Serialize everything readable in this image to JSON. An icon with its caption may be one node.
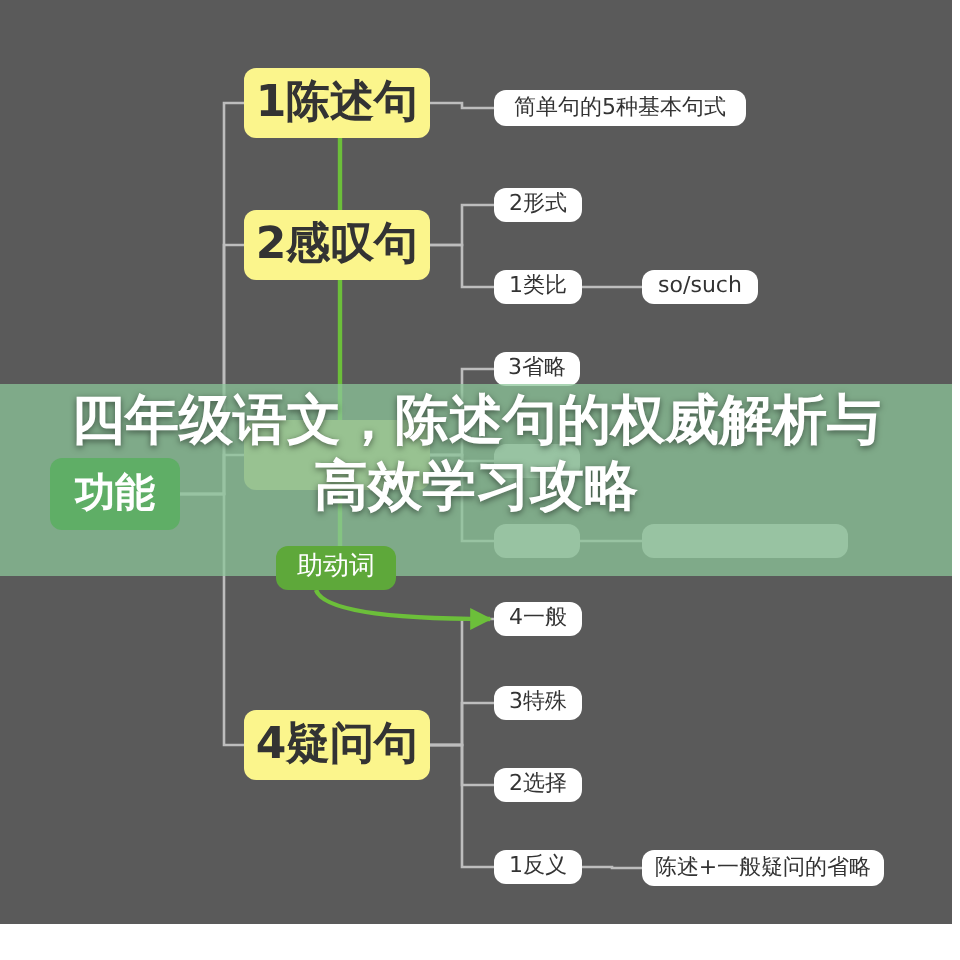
{
  "diagram": {
    "title": "四年级语文，陈述句的权威解析与高效学习攻略",
    "nodes": [
      {
        "text": [
          "功能"
        ]
      },
      {
        "text": [
          "1陈述句"
        ]
      },
      {
        "text": [
          "简单句的5种基本句式"
        ]
      },
      {
        "text": [
          "2感叹句"
        ]
      },
      {
        "text": [
          "2形式"
        ]
      },
      {
        "text": [
          "1类比"
        ]
      },
      {
        "text": [
          "so/such"
        ]
      },
      {
        "text": [],
        "shape": "box"
      },
      {
        "text": [
          "3省略"
        ]
      },
      {
        "text": [],
        "shape": "box"
      },
      {
        "text": [],
        "shape": "box"
      },
      {
        "text": [],
        "shape": "box"
      },
      {
        "text": [
          "助动词"
        ]
      },
      {
        "text": [
          "4疑问句"
        ]
      },
      {
        "text": [
          "4一般"
        ]
      },
      {
        "text": [
          "3特殊"
        ]
      },
      {
        "text": [
          "2选择"
        ]
      },
      {
        "text": [
          "1反义"
        ]
      },
      {
        "text": [
          "陈述+一般疑问的省略"
        ]
      }
    ],
    "edges": [
      {
        "from": 0,
        "to": 1,
        "arrow": "none"
      },
      {
        "from": 0,
        "to": 3,
        "arrow": "none"
      },
      {
        "from": 0,
        "to": 7,
        "arrow": "none"
      },
      {
        "from": 0,
        "to": 13,
        "arrow": "none"
      },
      {
        "from": 1,
        "to": 2,
        "arrow": "none"
      },
      {
        "from": 3,
        "to": 4,
        "arrow": "none"
      },
      {
        "from": 3,
        "to": 5,
        "arrow": "none"
      },
      {
        "from": 5,
        "to": 6,
        "arrow": "none"
      },
      {
        "from": 7,
        "to": 8,
        "arrow": "none"
      },
      {
        "from": 7,
        "to": 9,
        "arrow": "none"
      },
      {
        "from": 7,
        "to": 10,
        "arrow": "none"
      },
      {
        "from": 10,
        "to": 11,
        "arrow": "none"
      },
      {
        "from": 13,
        "to": 14,
        "arrow": "none"
      },
      {
        "from": 13,
        "to": 15,
        "arrow": "none"
      },
      {
        "from": 13,
        "to": 16,
        "arrow": "none"
      },
      {
        "from": 13,
        "to": 17,
        "arrow": "none"
      },
      {
        "from": 17,
        "to": 18,
        "arrow": "none"
      },
      {
        "from": 1,
        "to": 3,
        "arrow": "none",
        "color": "#6cbf3a"
      },
      {
        "from": 3,
        "to": 7,
        "arrow": "none",
        "color": "#6cbf3a"
      },
      {
        "from": 7,
        "to": 12,
        "arrow": "none",
        "color": "#6cbf3a"
      },
      {
        "from": 12,
        "to": 14,
        "arrow": "to",
        "color": "#6cbf3a"
      }
    ]
  }
}
